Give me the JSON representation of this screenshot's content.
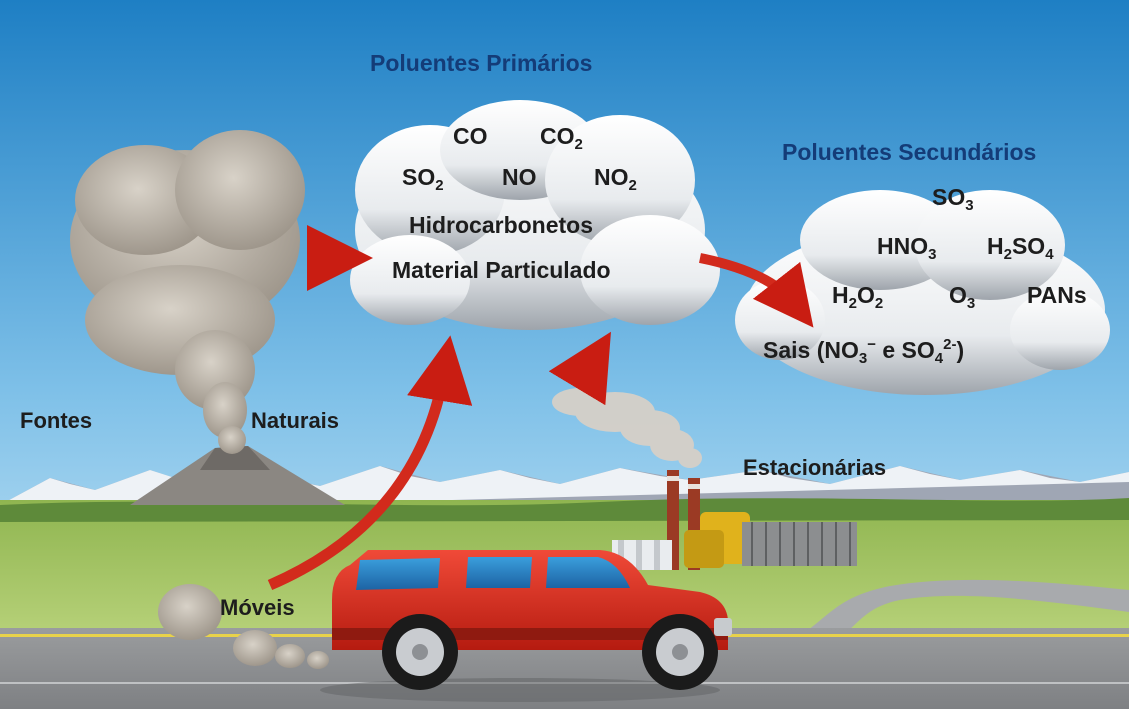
{
  "primary": {
    "title": "Poluentes Primários",
    "co": "CO",
    "co2": {
      "base": "CO",
      "sub": "2"
    },
    "so2": {
      "base": "SO",
      "sub": "2"
    },
    "no": "NO",
    "no2": {
      "base": "NO",
      "sub": "2"
    },
    "hydrocarbons": "Hidrocarbonetos",
    "particulate": "Material Particulado"
  },
  "secondary": {
    "title": "Poluentes Secundários",
    "so3": {
      "base": "SO",
      "sub": "3"
    },
    "hno3": {
      "base": "HNO",
      "sub": "3"
    },
    "h2so4": {
      "h": "H",
      "s1": "2",
      "mid": "SO",
      "s2": "4"
    },
    "h2o2": {
      "h": "H",
      "s1": "2",
      "mid": "O",
      "s2": "2"
    },
    "o3": {
      "base": "O",
      "sub": "3"
    },
    "pans": "PANs",
    "salts": {
      "prefix": "Sais (NO",
      "no3_sub": "3",
      "no3_sup": "−",
      "mid": " e SO",
      "so4_sub": "4",
      "so4_sup": "2-",
      "suffix": ")"
    }
  },
  "sources": {
    "fontes": "Fontes",
    "naturais": "Naturais",
    "estacionarias": "Estacionárias",
    "moveis": "Móveis"
  },
  "colors": {
    "sky_top": "#1e7fc4",
    "sky_bottom": "#d4ecf8",
    "arrow": "#d8261a",
    "car": "#dc2a1e",
    "title_text": "#143c78"
  }
}
